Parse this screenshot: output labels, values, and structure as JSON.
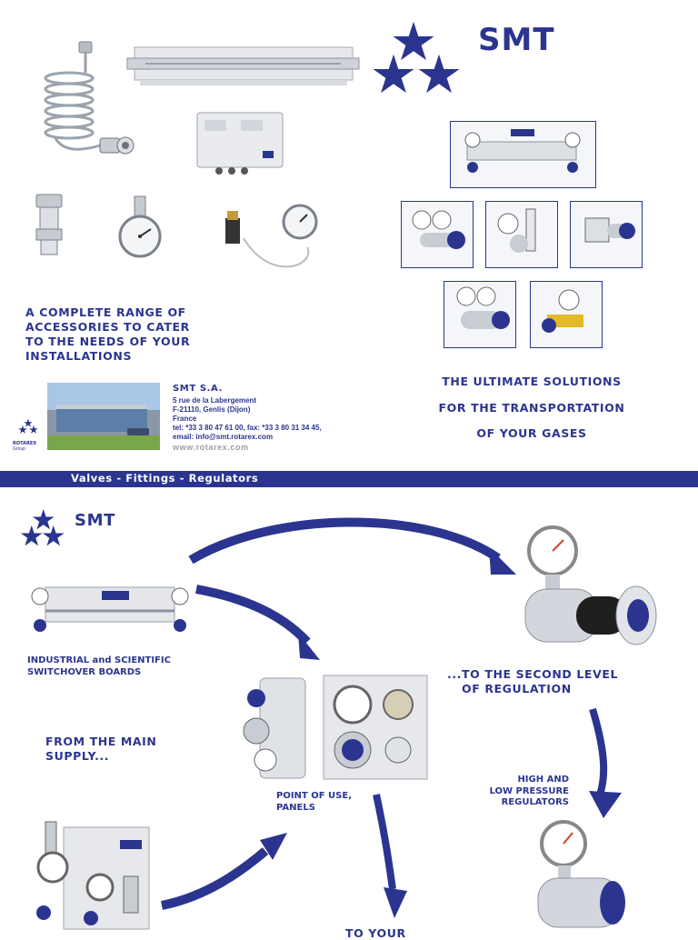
{
  "brand": {
    "name": "SMT",
    "color_primary": "#2b3590",
    "small_logo_text": "ROTAREX",
    "small_logo_sub": "Group"
  },
  "top": {
    "accessories_heading": [
      "A COMPLETE RANGE OF",
      "ACCESSORIES TO CATER",
      "TO THE NEEDS OF YOUR",
      "INSTALLATIONS"
    ],
    "solutions_heading": [
      "THE ULTIMATE SOLUTIONS",
      "FOR THE TRANSPORTATION",
      "OF YOUR GASES"
    ],
    "company": {
      "name": "SMT S.A.",
      "address1": "5 rue de la Labergement",
      "address2": "F-21110, Genlis (Dijon)",
      "country": "France",
      "phone": "tel: *33 3 80 47 61 00, fax: *33 3 80 31 34 45,",
      "email": "email: info@smt.rotarex.com",
      "web": "www.rotarex.com"
    },
    "band_text": "Valves - Fittings - Regulators"
  },
  "bottom": {
    "brand": "SMT",
    "switchover_label": [
      "INDUSTRIAL and SCIENTIFIC",
      "SWITCHOVER BOARDS"
    ],
    "main_supply": [
      "FROM THE MAIN",
      "SUPPLY..."
    ],
    "point_of_use": [
      "POINT OF USE,",
      "PANELS"
    ],
    "second_level": [
      "...TO THE SECOND LEVEL",
      "OF REGULATION"
    ],
    "hl_pressure": [
      "HIGH AND",
      "LOW PRESSURE",
      "REGULATORS"
    ],
    "to_your": "TO YOUR"
  }
}
